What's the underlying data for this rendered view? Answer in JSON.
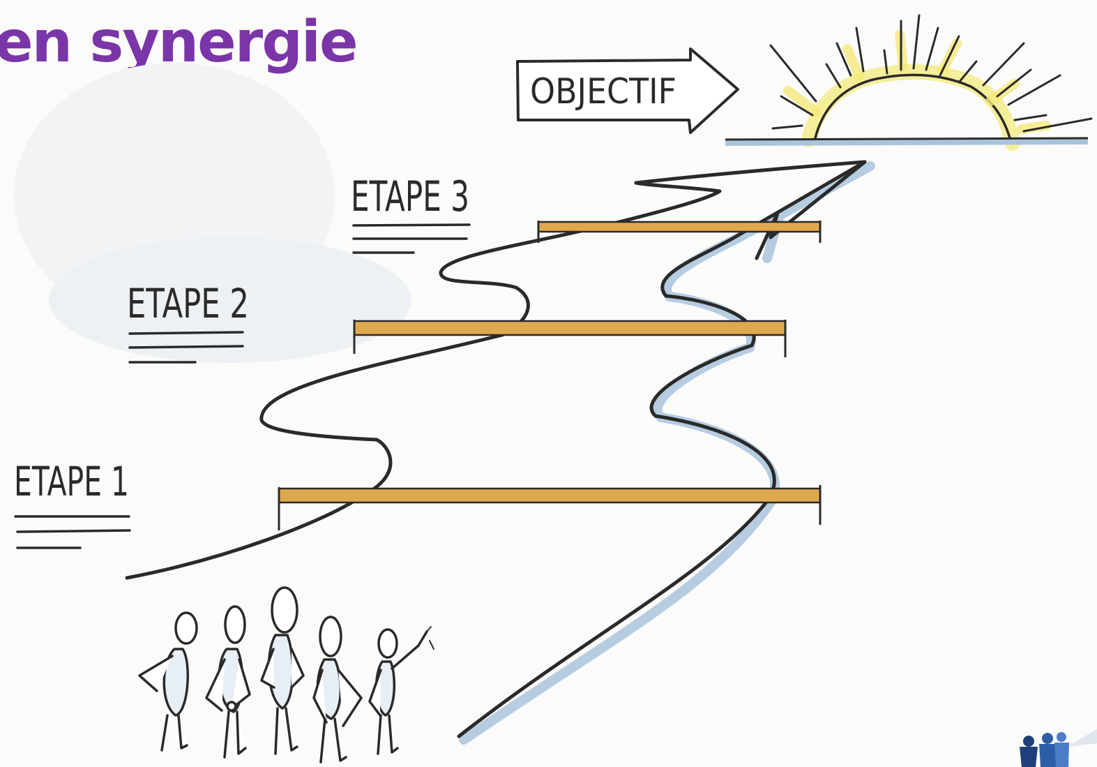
{
  "title": "en synergie",
  "objective_label": "OBJECTIF",
  "steps": [
    {
      "label": "ETAPE 1"
    },
    {
      "label": "ETAPE 2"
    },
    {
      "label": "ETAPE 3"
    }
  ],
  "colors": {
    "title": "#7a35a8",
    "bar": "#e0a84e",
    "ink": "#2a2a2a",
    "shadow": "#a9c3dc",
    "sun": "#f5e97a"
  },
  "icons": {
    "sun": "sun-icon",
    "team": "people-group-icon",
    "logo": "puzzle-people-logo-icon"
  }
}
